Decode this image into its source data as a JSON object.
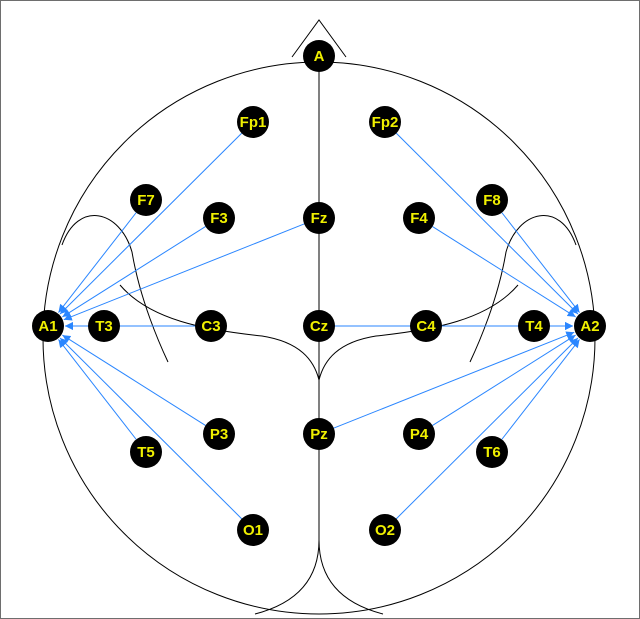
{
  "colors": {
    "background": "#ffffff",
    "outline": "#000000",
    "border": "#6e6e6e",
    "electrode_fill": "#000000",
    "electrode_text": "#f0f000",
    "arrow": "#2a86ff"
  },
  "electrodes": [
    {
      "id": "A",
      "label": "A"
    },
    {
      "id": "Fp1",
      "label": "Fp1"
    },
    {
      "id": "Fp2",
      "label": "Fp2"
    },
    {
      "id": "F7",
      "label": "F7"
    },
    {
      "id": "F3",
      "label": "F3"
    },
    {
      "id": "Fz",
      "label": "Fz"
    },
    {
      "id": "F4",
      "label": "F4"
    },
    {
      "id": "F8",
      "label": "F8"
    },
    {
      "id": "A1",
      "label": "A1"
    },
    {
      "id": "T3",
      "label": "T3"
    },
    {
      "id": "C3",
      "label": "C3"
    },
    {
      "id": "Cz",
      "label": "Cz"
    },
    {
      "id": "C4",
      "label": "C4"
    },
    {
      "id": "T4",
      "label": "T4"
    },
    {
      "id": "A2",
      "label": "A2"
    },
    {
      "id": "T5",
      "label": "T5"
    },
    {
      "id": "P3",
      "label": "P3"
    },
    {
      "id": "Pz",
      "label": "Pz"
    },
    {
      "id": "P4",
      "label": "P4"
    },
    {
      "id": "T6",
      "label": "T6"
    },
    {
      "id": "O1",
      "label": "O1"
    },
    {
      "id": "O2",
      "label": "O2"
    }
  ],
  "connections": [
    {
      "from": "Fp1",
      "to": "A1"
    },
    {
      "from": "F7",
      "to": "A1"
    },
    {
      "from": "F3",
      "to": "A1"
    },
    {
      "from": "Fz",
      "to": "A1"
    },
    {
      "from": "T3",
      "to": "A1"
    },
    {
      "from": "C3",
      "to": "A1"
    },
    {
      "from": "P3",
      "to": "A1"
    },
    {
      "from": "T5",
      "to": "A1"
    },
    {
      "from": "O1",
      "to": "A1"
    },
    {
      "from": "Fp2",
      "to": "A2"
    },
    {
      "from": "F8",
      "to": "A2"
    },
    {
      "from": "F4",
      "to": "A2"
    },
    {
      "from": "Cz",
      "to": "A2"
    },
    {
      "from": "C4",
      "to": "A2"
    },
    {
      "from": "T4",
      "to": "A2"
    },
    {
      "from": "Pz",
      "to": "A2"
    },
    {
      "from": "P4",
      "to": "A2"
    },
    {
      "from": "T6",
      "to": "A2"
    },
    {
      "from": "O2",
      "to": "A2"
    }
  ]
}
